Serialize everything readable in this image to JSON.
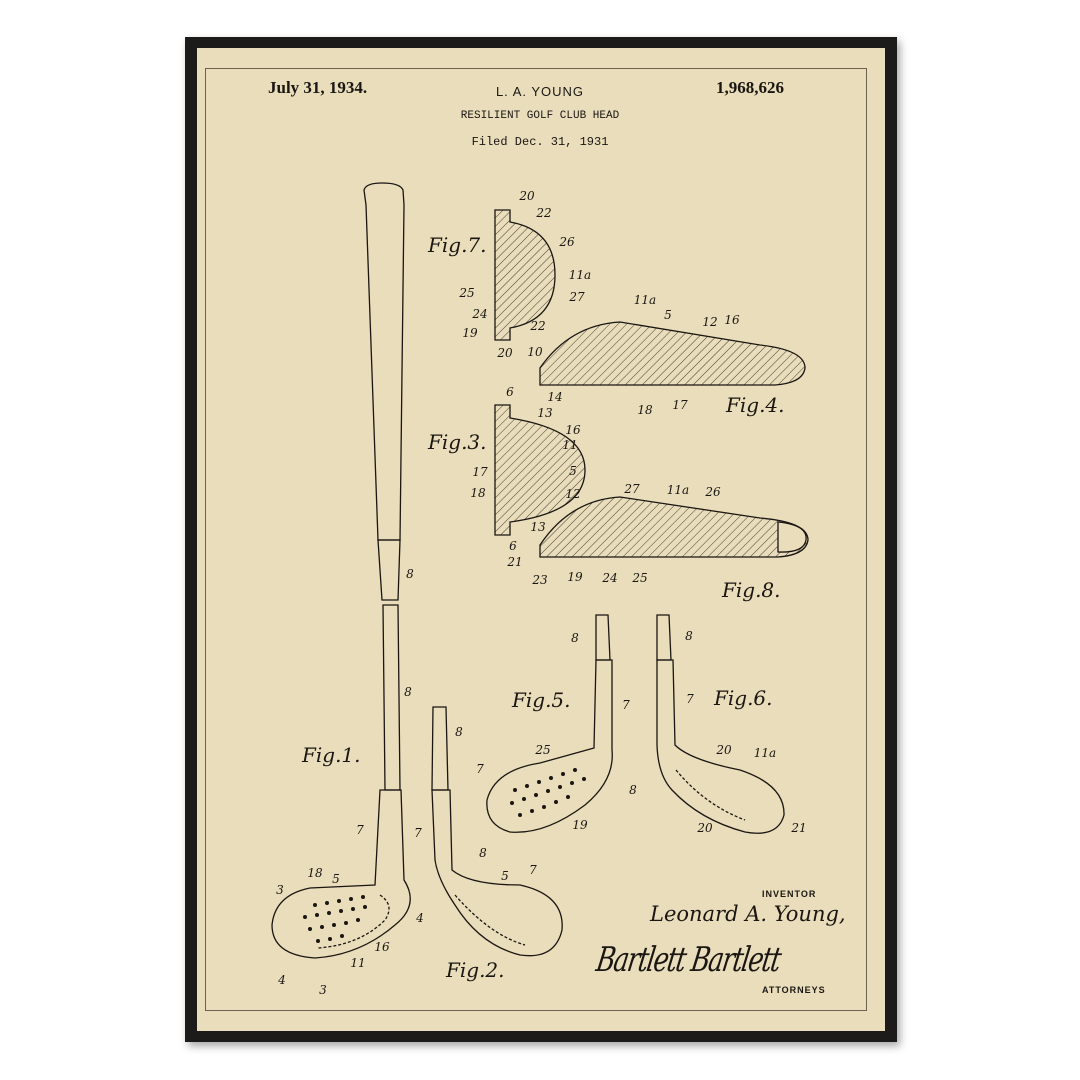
{
  "poster": {
    "date": "July 31, 1934.",
    "patent_number": "1,968,626",
    "inventor_header": "L. A. YOUNG",
    "title": "RESILIENT GOLF CLUB HEAD",
    "filed": "Filed Dec. 31, 1931",
    "colors": {
      "frame": "#1d1b19",
      "paper": "#e9ddbb",
      "ink": "#1a1612"
    }
  },
  "figures": [
    {
      "label": "Fig.7."
    },
    {
      "label": "Fig.4."
    },
    {
      "label": "Fig.3."
    },
    {
      "label": "Fig.8."
    },
    {
      "label": "Fig.5."
    },
    {
      "label": "Fig.6."
    },
    {
      "label": "Fig.1."
    },
    {
      "label": "Fig.2."
    }
  ],
  "reference_numerals": [
    "20",
    "22",
    "26",
    "11a",
    "25",
    "27",
    "24",
    "19",
    "22",
    "20",
    "11a",
    "5",
    "12",
    "16",
    "10",
    "14",
    "18",
    "17",
    "6",
    "13",
    "16",
    "11",
    "17",
    "5",
    "18",
    "12",
    "13",
    "6",
    "27",
    "11a",
    "26",
    "21",
    "23",
    "19",
    "24",
    "25",
    "8",
    "8",
    "7",
    "18",
    "5",
    "3",
    "4",
    "16",
    "11",
    "4",
    "3",
    "8",
    "7",
    "5",
    "8",
    "7",
    "25",
    "7",
    "8",
    "19",
    "8",
    "7",
    "8",
    "7",
    "20",
    "11a",
    "20",
    "21"
  ],
  "signature": {
    "inventor_label": "INVENTOR",
    "inventor_name": "Leonard A. Young,",
    "attorneys_signature": "Bartlett Bartlett",
    "attorneys_label": "ATTORNEYS"
  }
}
